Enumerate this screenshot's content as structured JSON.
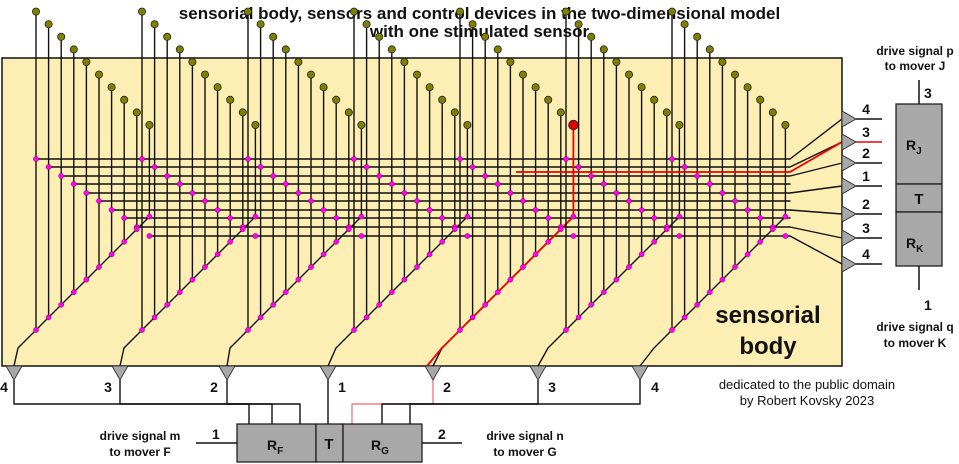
{
  "title_line1": "sensorial body, sensors and control devices in the two-dimensional model",
  "title_line2": "with one stimulated sensor",
  "body_label_line1": "sensorial",
  "body_label_line2": "body",
  "dedication_line1": "dedicated to the public domain",
  "dedication_line2": "by Robert Kovsky 2023",
  "right_device": {
    "top_caption_1": "drive signal p",
    "top_caption_2": "to mover J",
    "top_number": "3",
    "bottom_caption_1": "drive signal q",
    "bottom_caption_2": "to mover K",
    "bottom_number": "1",
    "upper_box": "R",
    "upper_sub": "J",
    "middle_box": "T",
    "lower_box": "R",
    "lower_sub": "K",
    "inputs": [
      "4",
      "3",
      "2",
      "1",
      "2",
      "3",
      "4"
    ]
  },
  "bottom_device": {
    "left_caption_1": "drive signal m",
    "left_caption_2": "to mover F",
    "left_number": "1",
    "right_caption_1": "drive signal n",
    "right_caption_2": "to mover G",
    "right_number": "2",
    "left_box": "R",
    "left_sub": "F",
    "middle_box": "T",
    "right_box": "R",
    "right_sub": "G",
    "inputs": [
      "4",
      "3",
      "2",
      "1",
      "2",
      "3",
      "4"
    ]
  },
  "colors": {
    "body_fill": "#fdeeb3",
    "device_fill": "#a8a8a8",
    "sensor_head": "#808000",
    "stimulated_sensor": "#e00000",
    "junction": "#ff00ff",
    "active_line": "#ee0000",
    "faint_active_line": "#f08080"
  }
}
